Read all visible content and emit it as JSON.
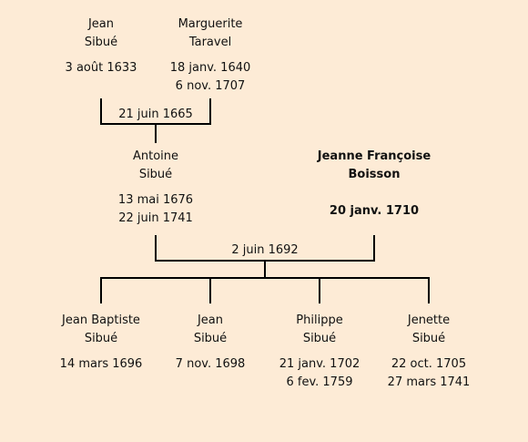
{
  "gen1": {
    "father": {
      "first": "Jean",
      "last": "Sibué",
      "birth": "3 août 1633",
      "death": ""
    },
    "mother": {
      "first": "Marguerite",
      "last": "Taravel",
      "birth": "18 janv. 1640",
      "death": "6 nov. 1707"
    },
    "marriage": "21 juin 1665"
  },
  "gen2": {
    "husband": {
      "first": "Antoine",
      "last": "Sibué",
      "birth": "13 mai 1676",
      "death": "22 juin 1741"
    },
    "wife": {
      "first": "Jeanne Françoise",
      "last": "Boisson",
      "birth": "20 janv. 1710",
      "death": ""
    },
    "marriage": "2 juin 1692"
  },
  "children": [
    {
      "first": "Jean Baptiste",
      "last": "Sibué",
      "birth": "14 mars 1696",
      "death": ""
    },
    {
      "first": "Jean",
      "last": "Sibué",
      "birth": "7 nov. 1698",
      "death": ""
    },
    {
      "first": "Philippe",
      "last": "Sibué",
      "birth": "21 janv. 1702",
      "death": "6 fev. 1759"
    },
    {
      "first": "Jenette",
      "last": "Sibué",
      "birth": "22 oct. 1705",
      "death": "27 mars 1741"
    }
  ],
  "colors": {
    "background": "#fdebd6",
    "line": "#000000"
  }
}
